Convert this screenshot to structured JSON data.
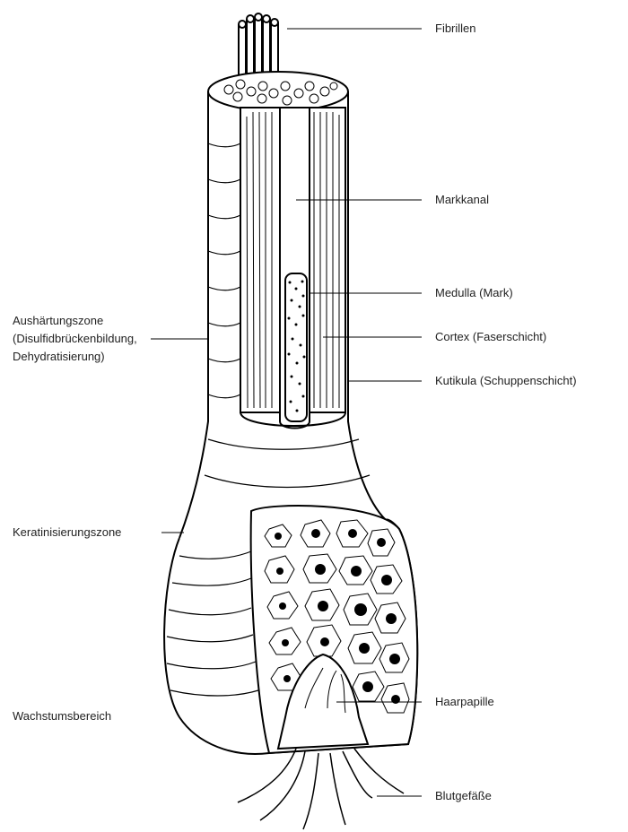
{
  "diagram": {
    "labels_right": {
      "fibrillen": "Fibrillen",
      "markkanal": "Markkanal",
      "medulla": "Medulla (Mark)",
      "cortex": "Cortex (Faserschicht)",
      "kutikula": "Kutikula (Schuppenschicht)",
      "haarpapille": "Haarpapille",
      "blutgefaesse": "Blutgefäße"
    },
    "labels_left": {
      "aushaertung_line1": "Aushärtungszone",
      "aushaertung_line2": "(Disulfidbrückenbildung,",
      "aushaertung_line3": "Dehydratisierung)",
      "keratinisierung": "Keratinisierungszone",
      "wachstum": "Wachstumsbereich"
    },
    "colors": {
      "stroke": "#000000",
      "fill": "#ffffff",
      "text": "#222222"
    }
  }
}
